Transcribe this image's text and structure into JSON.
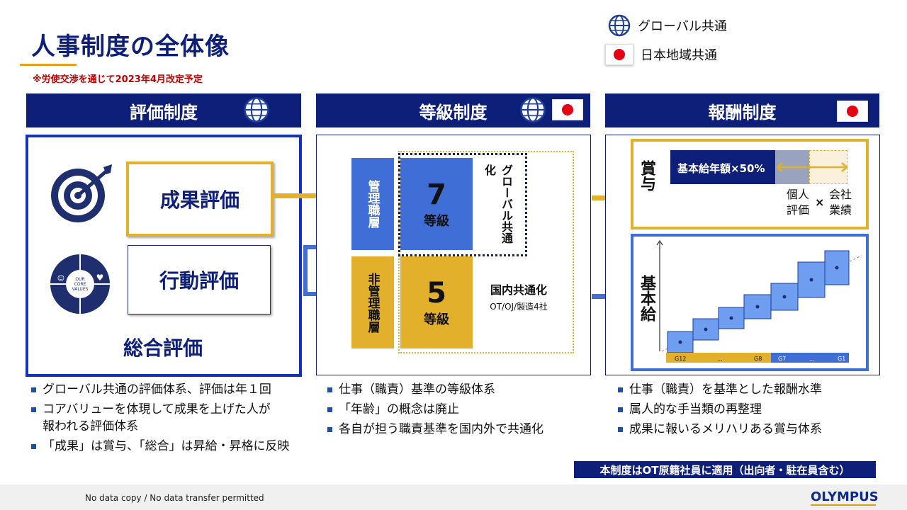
{
  "title": "人事制度の全体像",
  "note": "※労使交渉を通じて2023年4月改定予定",
  "legend": {
    "global": "グローバル共通",
    "japan": "日本地域共通"
  },
  "sections": {
    "evaluation": {
      "header": "評価制度",
      "result_box": "成果評価",
      "behavior_box": "行動評価",
      "core_values_text": "OUR CORE VALUES",
      "overall": "総合評価",
      "bullets": [
        "グローバル共通の評価体系、評価は年１回",
        "コアバリューを体現して成果を上げた人が",
        "報われる評価体系",
        "「成果」は賞与、「総合」は昇給・昇格に反映"
      ]
    },
    "grade": {
      "header": "等級制度",
      "mgmt_label": "管理職層",
      "mgmt_number": "7",
      "mgmt_unit": "等級",
      "global_label": "グローバル共通化",
      "nonmgmt_label": "非管理職層",
      "nonmgmt_number": "5",
      "nonmgmt_unit": "等級",
      "domestic_label": "国内共通化",
      "domestic_sub": "OT/OJ/製造4社",
      "bullets": [
        "仕事（職責）基準の等級体系",
        "「年齢」の概念は廃止",
        "各自が担う職責基準を国内外で共通化"
      ]
    },
    "reward": {
      "header": "報酬制度",
      "bonus_label": "賞与",
      "bonus_formula": "基本給年額×50%",
      "individual": "個人評価",
      "times": "×",
      "company": "会社業績",
      "base_label": "基本給",
      "grade_axis": [
        "G12",
        "...",
        "G8",
        "G7",
        "...",
        "G1"
      ],
      "bullets": [
        "仕事（職責）を基準とした報酬水準",
        "属人的な手当類の再整理",
        "成果に報いるメリハリある賞与体系"
      ],
      "scope_note": "本制度はOT原籍社員に適用（出向者・駐在員含む）"
    }
  },
  "footer": {
    "notice": "No data copy / No data transfer  permitted",
    "brand": "OLYMPUS"
  },
  "colors": {
    "navy": "#0e1f7a",
    "gold": "#e3b02b",
    "blue": "#3f6fd6",
    "red": "#e60012"
  },
  "icons": [
    "globe-icon",
    "japan-flag-icon",
    "target-icon",
    "core-values-icon",
    "arrow-icon"
  ]
}
